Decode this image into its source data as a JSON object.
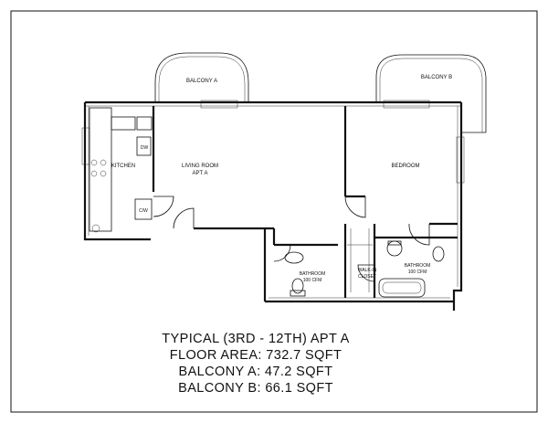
{
  "rooms": {
    "balcony_a": "BALCONY A",
    "balcony_b": "BALCONY B",
    "kitchen": "KITCHEN",
    "living_room_line1": "LIVING ROOM",
    "living_room_line2": "APT A",
    "bedroom": "BEDROOM",
    "bathroom1_line1": "BATHROOM",
    "bathroom1_line2": "100 CFM",
    "bathroom2_line1": "BATHROOM",
    "bathroom2_line2": "100 CFM",
    "walkin_line1": "WALK-IN",
    "walkin_line2": "CLOSET",
    "dw": "DW",
    "cw": "C/W"
  },
  "caption": {
    "line1": "TYPICAL (3RD - 12TH) APT A",
    "line2": "FLOOR AREA: 732.7 SQFT",
    "line3": "BALCONY A: 47.2 SQFT",
    "line4": "BALCONY B: 66.1 SQFT"
  }
}
